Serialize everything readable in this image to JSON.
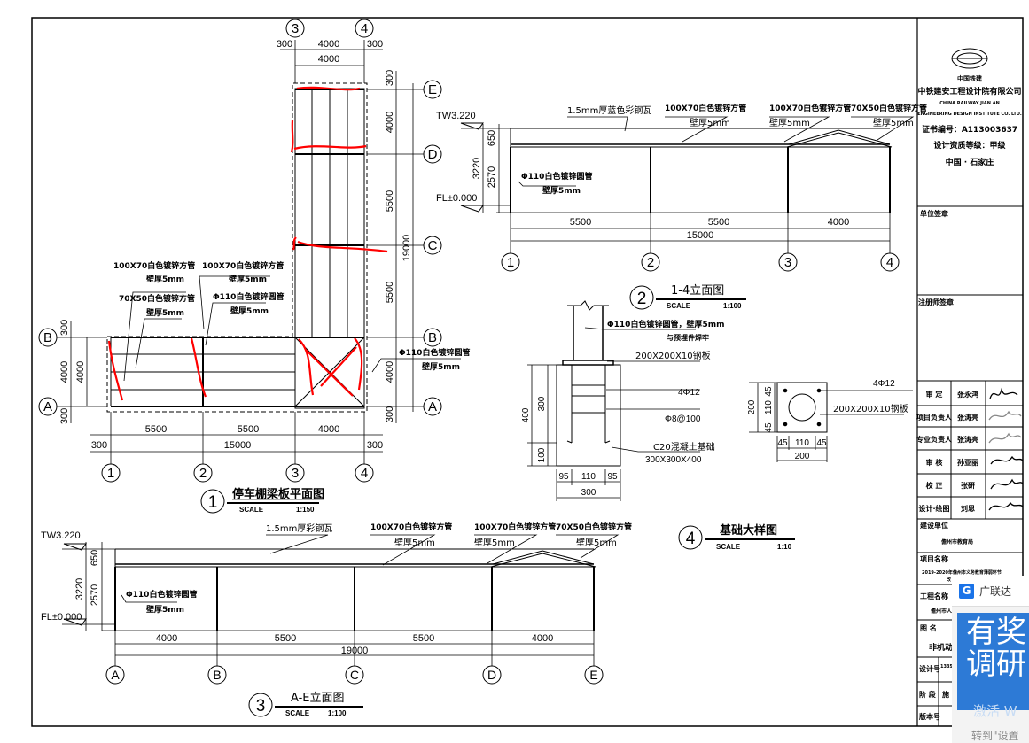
{
  "colors": {
    "line": "#000000",
    "markup": "#ff0000",
    "accent": "#1a73e8"
  },
  "plan": {
    "title": "停车棚梁板平面图",
    "number": "1",
    "scale_label": "SCALE",
    "scale_value": "1:150",
    "grid_bottom": [
      "1",
      "2",
      "3",
      "4"
    ],
    "grid_top": [
      "3",
      "4"
    ],
    "grid_right": [
      "E",
      "D",
      "C",
      "B",
      "A"
    ],
    "grid_left": [
      "B",
      "A"
    ],
    "dims_bottom": [
      "5500",
      "5500",
      "4000"
    ],
    "dim_total": "15000",
    "dim_300": "300",
    "dims_top": [
      "300",
      "4000",
      "300"
    ],
    "dim_top_inner": "4000",
    "dims_right": [
      "300",
      "4000",
      "5500",
      "5500",
      "4000",
      "300"
    ],
    "dim_right_total": "19000",
    "dims_left": [
      "300",
      "4000",
      "4000",
      "300"
    ],
    "labels": [
      {
        "l1": "100X70白色镀锌方管",
        "l2": "壁厚5mm"
      },
      {
        "l1": "70X50白色镀锌方管",
        "l2": "壁厚5mm"
      },
      {
        "l1": "100X70白色镀锌方管",
        "l2": "壁厚5mm"
      },
      {
        "l1": "Φ110白色镀锌圆管",
        "l2": "壁厚5mm"
      },
      {
        "l1": "Φ110白色镀锌圆管",
        "l2": "壁厚5mm"
      }
    ]
  },
  "elev14": {
    "title": "1-4立面图",
    "number": "2",
    "scale_label": "SCALE",
    "scale_value": "1:100",
    "tw": "TW3.220",
    "fl": "FL±0.000",
    "dims_h": [
      "5500",
      "5500",
      "4000"
    ],
    "dim_total": "15000",
    "dims_v": [
      "650",
      "2570"
    ],
    "dim_v_total": "3220",
    "grid": [
      "1",
      "2",
      "3",
      "4"
    ],
    "roof_label": "1.5mm厚蓝色彩钢瓦",
    "beam1": {
      "l1": "100X70白色镀锌方管",
      "l2": "壁厚5mm"
    },
    "beam2": {
      "l1": "100X70白色镀锌方管",
      "l2": "壁厚5mm"
    },
    "beam3": {
      "l1": "70X50白色镀锌方管",
      "l2": "壁厚5mm"
    },
    "col": {
      "l1": "Φ110白色镀锌圆管",
      "l2": "壁厚5mm"
    }
  },
  "elevAE": {
    "title": "A-E立面图",
    "number": "3",
    "scale_label": "SCALE",
    "scale_value": "1:100",
    "tw": "TW3.220",
    "fl": "FL±0.000",
    "dims_h": [
      "4000",
      "5500",
      "5500",
      "4000"
    ],
    "dim_total": "19000",
    "dims_v": [
      "650",
      "2570"
    ],
    "dim_v_total": "3220",
    "grid": [
      "A",
      "B",
      "C",
      "D",
      "E"
    ],
    "roof_label": "1.5mm厚彩钢瓦",
    "beam1": {
      "l1": "100X70白色镀锌方管",
      "l2": "壁厚5mm"
    },
    "beam2": {
      "l1": "100X70白色镀锌方管",
      "l2": "壁厚5mm"
    },
    "beam3": {
      "l1": "70X50白色镀锌方管",
      "l2": "壁厚5mm"
    },
    "col": {
      "l1": "Φ110白色镀锌圆管",
      "l2": "壁厚5mm"
    }
  },
  "foundation": {
    "title": "基础大样图",
    "number": "4",
    "scale_label": "SCALE",
    "scale_value": "1:10",
    "col_l1": "Φ110白色镀锌圆管，壁厚5mm",
    "col_l2": "与预埋件焊牢",
    "plate": "200X200X10钢板",
    "rebar": "4Φ12",
    "stirrup": "Φ8@100",
    "concrete_l1": "C20混凝土基础",
    "concrete_l2": "300X300X400",
    "dims_v": [
      "400",
      "300",
      "100"
    ],
    "dims_h": [
      "95",
      "110",
      "95"
    ],
    "dim_h_total": "300",
    "plan_rebar": "4Φ12",
    "plan_plate": "200X200X10钢板",
    "plan_dims": [
      "45",
      "110",
      "45"
    ],
    "plan_dim_total": "200",
    "plan_dims_v": [
      "200",
      "45",
      "110",
      "45"
    ]
  },
  "title_block": {
    "company_cn_short": "中国铁建",
    "company": "中铁建安工程设计院有限公司",
    "company_en1": "CHINA RAILWAY JIAN AN",
    "company_en2": "ENGINEERING DESIGN INSTITUTE CO. LTD.",
    "cert": "证书编号：A113003637",
    "grade": "设计资质等级：甲级",
    "city": "中国 · 石家庄",
    "sign_unit": "单位签章",
    "reg_sign": "注册师签章",
    "roles": [
      {
        "role": "审  定",
        "name": "张永鸿"
      },
      {
        "role": "项目负责人",
        "name": "张涛亮"
      },
      {
        "role": "专业负责人",
        "name": "张涛亮"
      },
      {
        "role": "审  核",
        "name": "孙亚丽"
      },
      {
        "role": "校  正",
        "name": "张研"
      },
      {
        "role": "设计·绘图",
        "name": "刘恩"
      }
    ],
    "client_label": "建设单位",
    "client": "儋州市教育局",
    "project_label": "项目名称",
    "project": "2019-2020年儋州市义务教育薄弱环节",
    "project2": "改",
    "eng_label": "工程名称",
    "eng": "儋州市人",
    "drawing_label": "图  名",
    "drawing": "非机动车",
    "design_no_label": "设计号",
    "design_no": "1335",
    "stage_label": "阶  段",
    "stage": "施",
    "version_label": "版本号"
  },
  "popup": {
    "app_icon": "G",
    "app_name": "广联达",
    "banner": "有奖调研",
    "watermark": "激活 W",
    "footer": "转到\"设置"
  }
}
